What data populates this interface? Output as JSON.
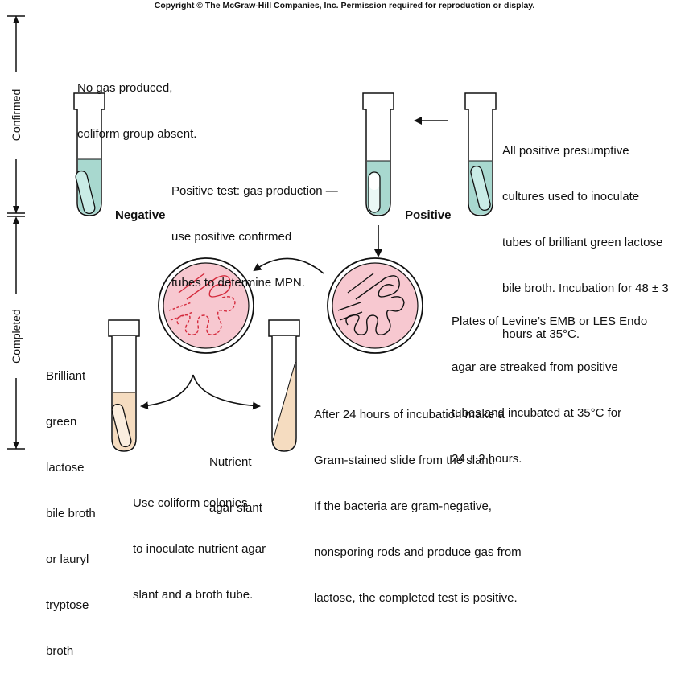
{
  "copyright": "Copyright © The McGraw-Hill Companies, Inc. Permission required for reproduction or display.",
  "stages": {
    "confirmed": "Confirmed",
    "completed": "Completed"
  },
  "captions": {
    "no_gas": [
      "No gas produced,",
      "coliform group absent."
    ],
    "negative": "Negative",
    "positive": "Positive",
    "positive_test": [
      "Positive test: gas production —",
      "use positive confirmed",
      "tubes to determine MPN."
    ],
    "presumptive": [
      "All positive presumptive",
      "cultures used to inoculate",
      "tubes of brilliant green lactose",
      "bile broth. Incubation for 48 ± 3",
      "hours at 35°C."
    ],
    "plates": [
      "Plates of Levine’s EMB or LES Endo",
      "agar are streaked from positive",
      "tubes and incubated at 35°C for",
      "24 ± 2 hours."
    ],
    "broth_tube": [
      "Brilliant",
      "green",
      "lactose",
      "bile broth",
      "or lauryl",
      "tryptose",
      "broth"
    ],
    "nutrient_slant": [
      "Nutrient",
      "agar slant"
    ],
    "use_colonies": [
      "Use coliform colonies",
      "to inoculate nutrient agar",
      "slant and a broth tube."
    ],
    "gram_stain": [
      "After 24 hours of incubation make a",
      "Gram-stained slide from the slant.",
      "If the bacteria are gram-negative,",
      "nonsporing rods and produce gas from",
      "lactose, the completed test is positive."
    ]
  },
  "colors": {
    "broth_green": "#a8d8cf",
    "plate_pink": "#f7c8d0",
    "streak_red": "#d42a3c",
    "slant_tan": "#f5dcc0",
    "line": "#111111"
  }
}
